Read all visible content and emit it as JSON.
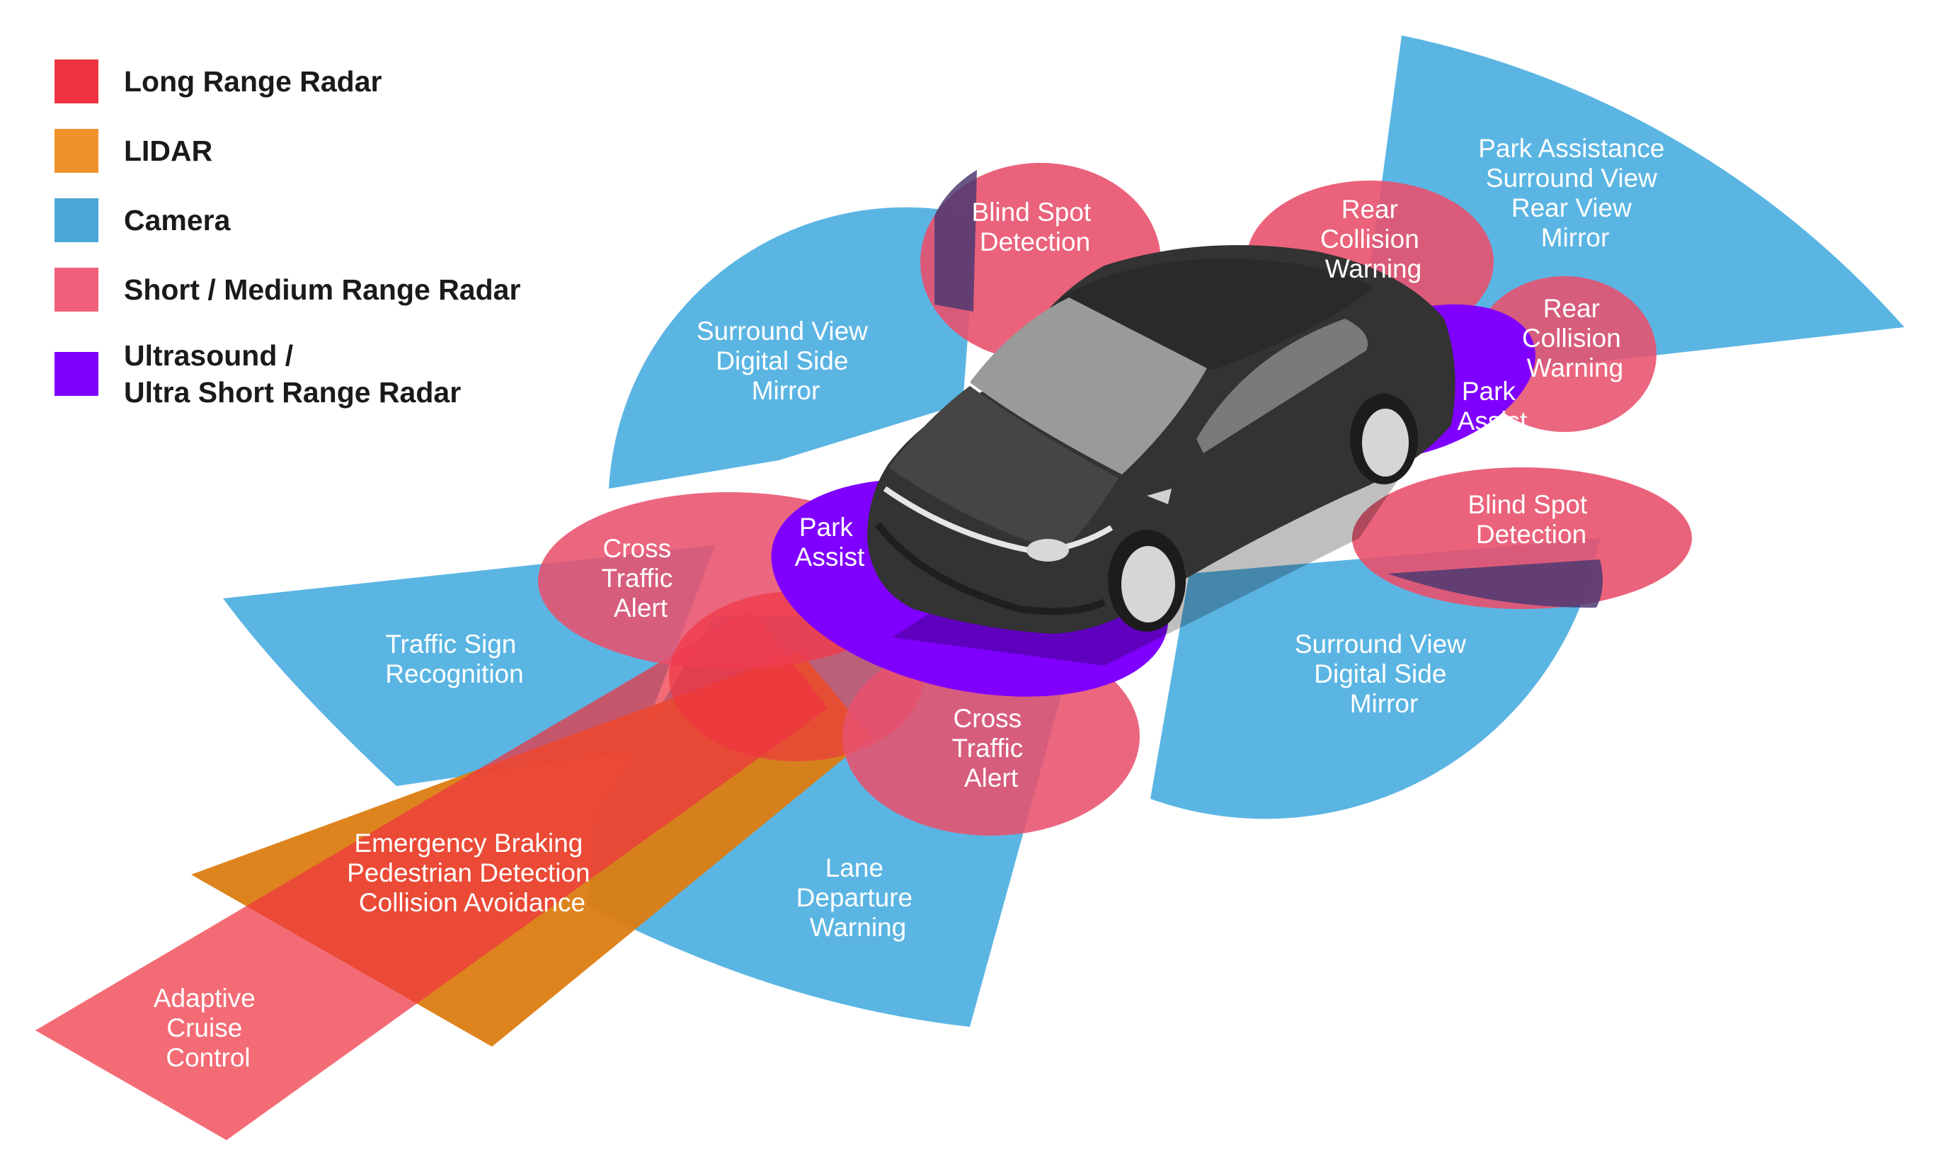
{
  "legend": [
    {
      "label": "Long Range Radar",
      "color": "#ef3340"
    },
    {
      "label": "LIDAR",
      "color": "#f0922b"
    },
    {
      "label": "Camera",
      "color": "#4aa6d6"
    },
    {
      "label": "Short / Medium Range Radar",
      "color": "#f0607a"
    },
    {
      "label": "Ultrasound /",
      "label2": "Ultra Short Range Radar",
      "color": "#7f00ff"
    }
  ],
  "zones": {
    "surround_left": [
      "Surround View",
      "Digital Side",
      "Mirror"
    ],
    "blind_spot_left": [
      "Blind Spot",
      "Detection"
    ],
    "rear_collision_top": [
      "Rear",
      "Collision",
      "Warning"
    ],
    "park_assistance_rear": [
      "Park Assistance",
      "Surround View",
      "Rear View",
      "Mirror"
    ],
    "rear_collision_right": [
      "Rear",
      "Collision",
      "Warning"
    ],
    "park_assist_rear": [
      "Park",
      "Assist"
    ],
    "blind_spot_right": [
      "Blind Spot",
      "Detection"
    ],
    "park_assist_front": [
      "Park",
      "Assist"
    ],
    "cross_traffic_left": [
      "Cross",
      "Traffic",
      "Alert"
    ],
    "traffic_sign": [
      "Traffic Sign",
      "Recognition"
    ],
    "surround_right": [
      "Surround View",
      "Digital Side",
      "Mirror"
    ],
    "cross_traffic_right": [
      "Cross",
      "Traffic",
      "Alert"
    ],
    "emergency_braking": [
      "Emergency Braking",
      "Pedestrian Detection",
      "Collision Avoidance"
    ],
    "lane_departure": [
      "Lane",
      "Departure",
      "Warning"
    ],
    "adaptive_cruise": [
      "Adaptive",
      "Cruise",
      "Control"
    ]
  },
  "colors": {
    "camera": "#4aa6d6",
    "short_radar": "#e8516d",
    "long_radar": "#ef3340",
    "lidar": "#dc7d12",
    "ultrasound": "#7f00ff",
    "car_body": "#333333"
  }
}
